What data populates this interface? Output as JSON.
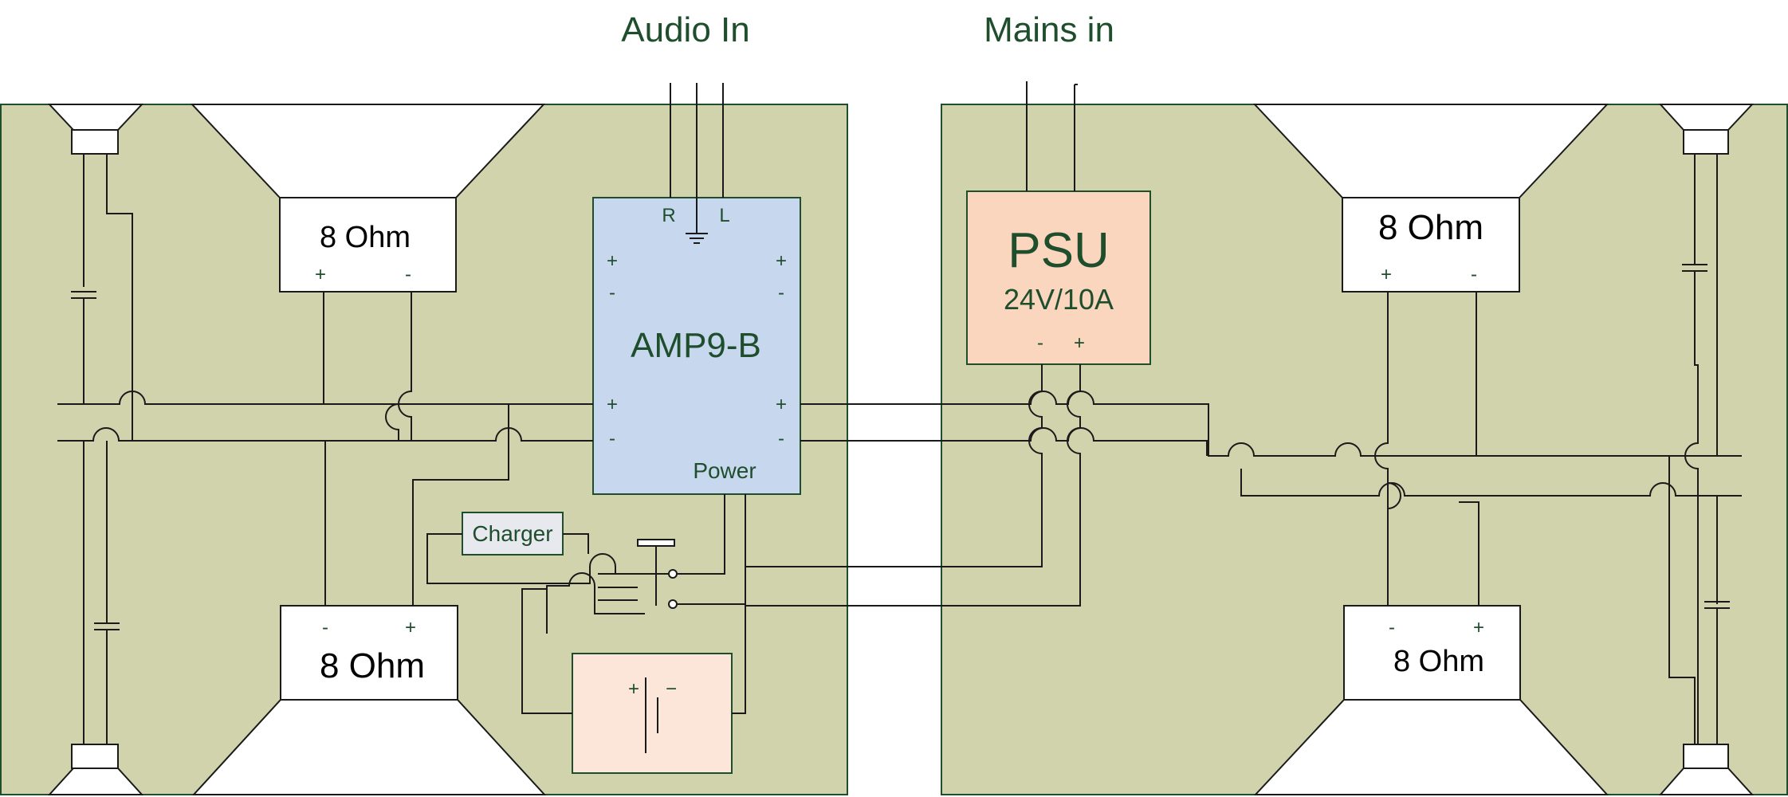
{
  "headers": {
    "audio_in": "Audio In",
    "mains_in": "Mains in"
  },
  "left_cabinet": {
    "top_woofer": {
      "label": "8 Ohm",
      "plus": "+",
      "minus": "-"
    },
    "bottom_woofer": {
      "label": "8 Ohm",
      "plus": "+",
      "minus": "-"
    }
  },
  "right_cabinet": {
    "top_woofer": {
      "label": "8 Ohm",
      "plus": "+",
      "minus": "-"
    },
    "bottom_woofer": {
      "label": "8 Ohm",
      "plus": "+",
      "minus": "-"
    }
  },
  "amplifier": {
    "name": "AMP9-B",
    "input_r": "R",
    "input_l": "L",
    "plus": "+",
    "minus": "-",
    "power": "Power"
  },
  "psu": {
    "name": "PSU",
    "rating": "24V/10A",
    "minus": "-",
    "plus": "+"
  },
  "charger": {
    "label": "Charger"
  },
  "battery": {
    "plus": "+",
    "minus": "−"
  },
  "colors": {
    "cabinet": "#d1d3ac",
    "amp_fill": "#c7d8ee",
    "psu_fill": "#f9d6bd",
    "battery_fill": "#fbe6d9",
    "charger_fill": "#e8e9ee",
    "label_green": "#1e4e2c"
  }
}
